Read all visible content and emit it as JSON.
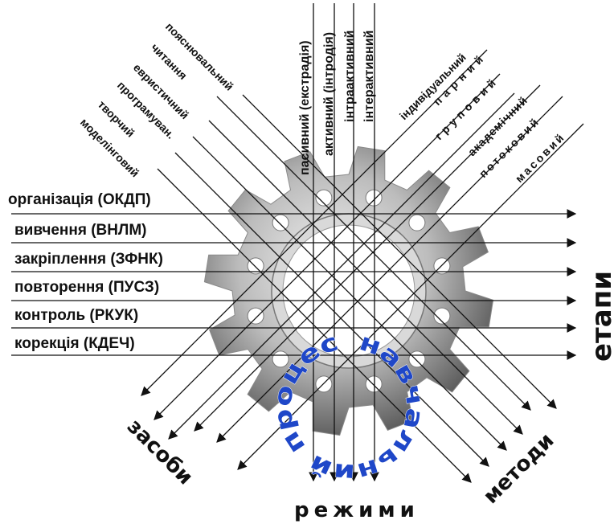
{
  "center": {
    "label": "навчальний процес"
  },
  "axes": {
    "stages": {
      "title": "етапи",
      "items": [
        "організація (ОКДП)",
        "вивчення (ВНЛМ)",
        "закріплення (ЗФНК)",
        "повторення (ПУСЗ)",
        "контроль (РКУК)",
        "корекція (КДЕЧ)"
      ]
    },
    "modes": {
      "title": "режими",
      "items": [
        "пасивний (екстрадія)",
        "активний (інтродія)",
        "інтраактивний",
        "інтерактивний"
      ]
    },
    "methods": {
      "title": "методи",
      "items": [
        "пояснювальний",
        "читання",
        "евристичний",
        "програмуван.",
        "творчий",
        "моделінговий"
      ]
    },
    "means": {
      "title": "засоби",
      "items": [
        "індивідуальний",
        "парний",
        "груповий",
        "академічний",
        "потоковий",
        "масовий"
      ]
    }
  }
}
